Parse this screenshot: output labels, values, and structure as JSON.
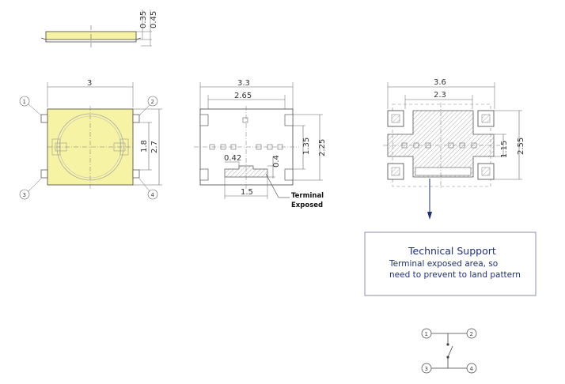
{
  "side_view": {
    "dims": {
      "height_body": "0.35",
      "height_total": "0.45"
    }
  },
  "top_view": {
    "dims": {
      "width": "3",
      "pin_pitch": "1.8",
      "body_height": "2.7"
    },
    "pins": [
      "1",
      "2",
      "3",
      "4"
    ]
  },
  "bottom_view": {
    "dims": {
      "width": "3.3",
      "inner_width": "2.65",
      "height": "2.25",
      "inner_height": "1.35",
      "pad_offset": "0.42",
      "pad_height": "0.4",
      "pad_width": "1.5"
    },
    "callout": "Terminal\nExposed",
    "callout_line1": "Terminal",
    "callout_line2": "Exposed"
  },
  "land_pattern": {
    "dims": {
      "width": "3.6",
      "inner_width": "2.3",
      "height": "2.55",
      "inner_height": "1.15"
    }
  },
  "note": {
    "title": "Technical Support",
    "line1": "Terminal exposed area, so",
    "line2": "need to prevent to land pattern"
  },
  "schematic": {
    "pins": [
      "1",
      "2",
      "3",
      "4"
    ]
  },
  "colors": {
    "body_fill": "#f7f3a4",
    "line": "#444444",
    "note_text": "#1f2f7a",
    "arrow": "#1f2f7a"
  }
}
